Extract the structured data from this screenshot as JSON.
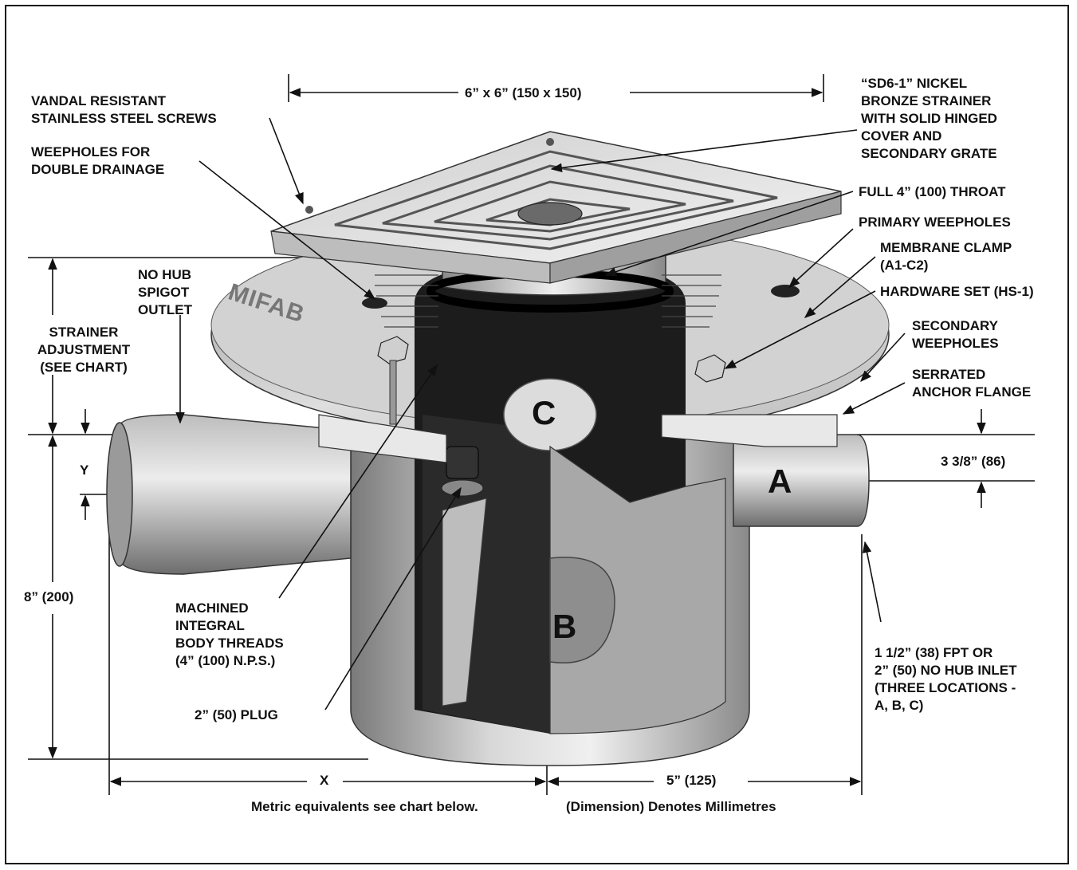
{
  "labels": {
    "top_width": "6” x 6” (150 x 150)",
    "screws": "VANDAL RESISTANT\nSTAINLESS STEEL SCREWS",
    "weepholes_double": "WEEPHOLES FOR\nDOUBLE DRAINAGE",
    "no_hub_spigot": "NO HUB\nSPIGOT\nOUTLET",
    "strainer_adjustment": "STRAINER\nADJUSTMENT\n(SEE CHART)",
    "y": "Y",
    "height_8": "8” (200)",
    "machined_threads": "MACHINED\nINTEGRAL\nBODY THREADS\n(4” (100) N.P.S.)",
    "plug": "2” (50) PLUG",
    "strainer": "“SD6-1” NICKEL\nBRONZE STRAINER\nWITH SOLID HINGED\nCOVER AND\nSECONDARY GRATE",
    "throat": "FULL 4” (100) THROAT",
    "primary_weepholes": "PRIMARY WEEPHOLES",
    "membrane_clamp": "MEMBRANE CLAMP\n(A1-C2)",
    "hardware_set": "HARDWARE SET (HS-1)",
    "secondary_weepholes": "SECONDARY\nWEEPHOLES",
    "serrated_flange": "SERRATED\nANCHOR FLANGE",
    "dim_3_3_8": "3 3/8” (86)",
    "inlet": "1 1/2” (38) FPT OR\n2” (50) NO HUB INLET\n(THREE LOCATIONS -\nA, B, C)",
    "x": "X",
    "dim_5": "5” (125)",
    "metric_note": "Metric equivalents see chart below.",
    "mm_note": "(Dimension) Denotes Millimetres",
    "letter_a": "A",
    "letter_b": "B",
    "letter_c": "C",
    "brand": "MIFAB"
  },
  "colors": {
    "ink": "#111111",
    "metal_light": "#e6e6e6",
    "metal_mid": "#b4b4b4",
    "metal_dark": "#6a6a6a",
    "interior": "#1c1c1c"
  }
}
